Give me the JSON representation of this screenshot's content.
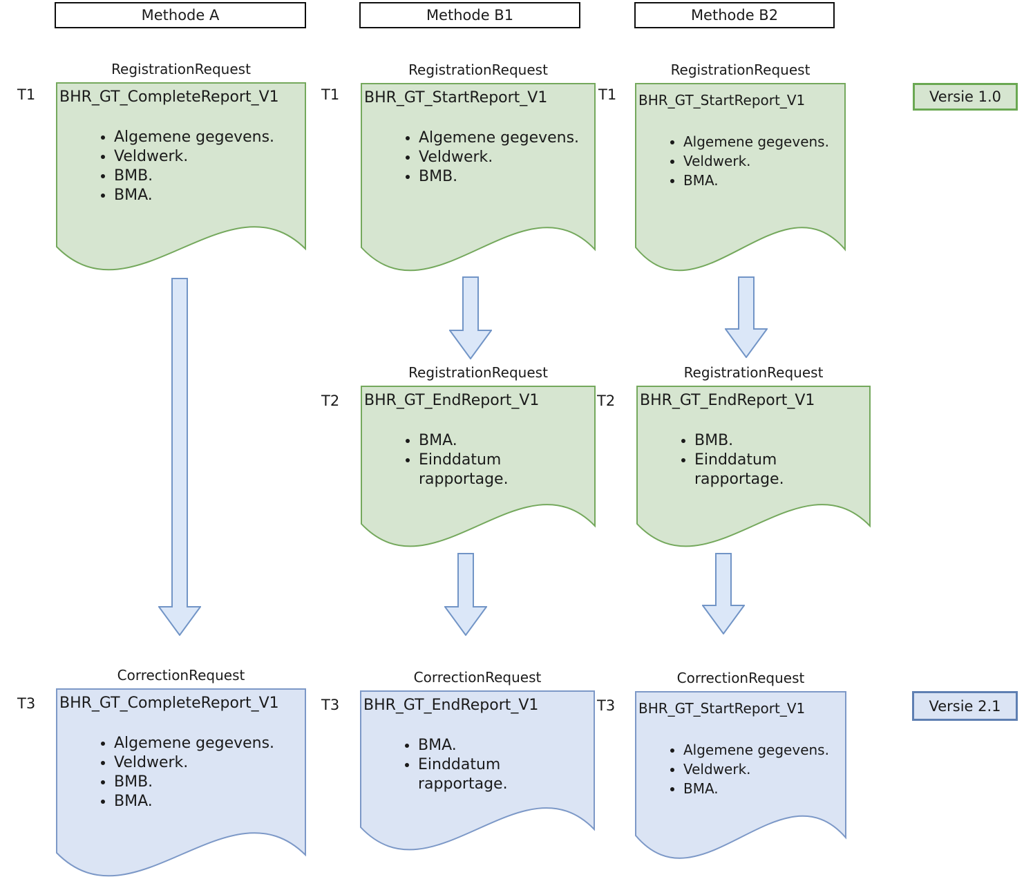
{
  "headers": [
    {
      "label": "Methode A"
    },
    {
      "label": "Methode B1"
    },
    {
      "label": "Methode B2"
    }
  ],
  "documents": [
    {
      "column": "Methode A",
      "time": "T1",
      "caption": "RegistrationRequest",
      "title": "BHR_GT_CompleteReport_V1",
      "bullets": [
        "Algemene gegevens.",
        "Veldwerk.",
        "BMB.",
        "BMA."
      ],
      "theme": "green"
    },
    {
      "column": "Methode B1",
      "time": "T1",
      "caption": "RegistrationRequest",
      "title": "BHR_GT_StartReport_V1",
      "bullets": [
        "Algemene gegevens.",
        "Veldwerk.",
        "BMB."
      ],
      "theme": "green"
    },
    {
      "column": "Methode B2",
      "time": "T1",
      "caption": "RegistrationRequest",
      "title": "BHR_GT_StartReport_V1",
      "bullets": [
        "Algemene gegevens.",
        "Veldwerk.",
        "BMA."
      ],
      "theme": "green"
    },
    {
      "column": "Methode B1",
      "time": "T2",
      "caption": "RegistrationRequest",
      "title": "BHR_GT_EndReport_V1",
      "bullets": [
        "BMA.",
        "Einddatum rapportage."
      ],
      "theme": "green"
    },
    {
      "column": "Methode B2",
      "time": "T2",
      "caption": "RegistrationRequest",
      "title": "BHR_GT_EndReport_V1",
      "bullets": [
        "BMB.",
        "Einddatum rapportage."
      ],
      "theme": "green"
    },
    {
      "column": "Methode A",
      "time": "T3",
      "caption": "CorrectionRequest",
      "title": "BHR_GT_CompleteReport_V1",
      "bullets": [
        "Algemene gegevens.",
        "Veldwerk.",
        "BMB.",
        "BMA."
      ],
      "theme": "blue"
    },
    {
      "column": "Methode B1",
      "time": "T3",
      "caption": "CorrectionRequest",
      "title": "BHR_GT_EndReport_V1",
      "bullets": [
        "BMA.",
        "Einddatum rapportage."
      ],
      "theme": "blue"
    },
    {
      "column": "Methode B2",
      "time": "T3",
      "caption": "CorrectionRequest",
      "title": "BHR_GT_StartReport_V1",
      "bullets": [
        "Algemene gegevens.",
        "Veldwerk.",
        "BMA."
      ],
      "theme": "blue"
    }
  ],
  "version_badges": [
    {
      "label": "Versie 1.0",
      "theme": "green"
    },
    {
      "label": "Versie 2.1",
      "theme": "blue"
    }
  ],
  "colors": {
    "green_fill": "#d6e5d0",
    "green_border": "#74a85c",
    "blue_fill": "#dbe4f4",
    "blue_border": "#7c98c7",
    "arrow_fill": "#dbe7f8",
    "arrow_border": "#7194c6",
    "versie1_border": "#6aa852",
    "versie2_border": "#5e7fb2",
    "header_border": "#0d0d0d",
    "text": "#1a1a1a"
  }
}
